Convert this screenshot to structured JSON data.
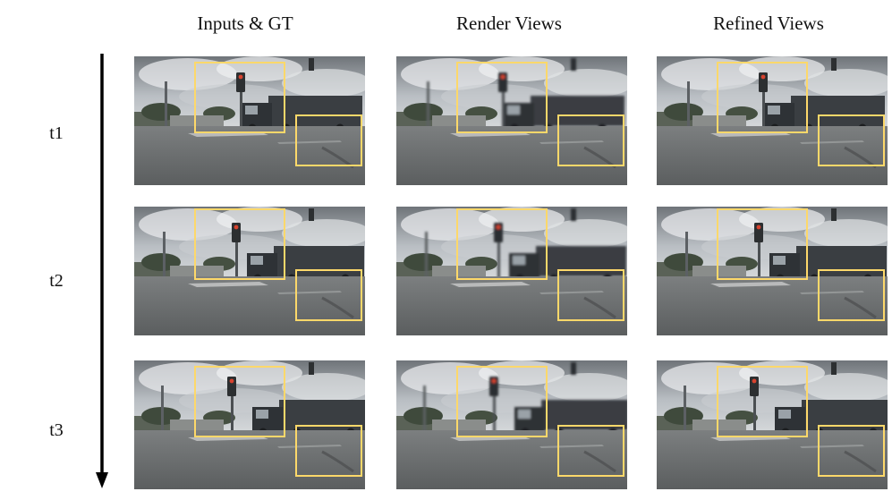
{
  "columns": [
    "Inputs & GT",
    "Render Views",
    "Refined Views"
  ],
  "rows": [
    "t1",
    "t2",
    "t3"
  ],
  "highlight_color": "#fdd86a"
}
